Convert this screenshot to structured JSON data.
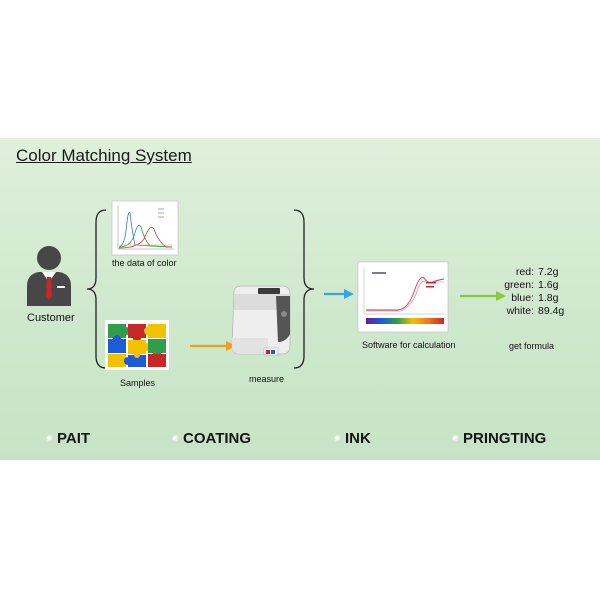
{
  "title": "Color Matching System",
  "labels": {
    "customer": "Customer",
    "data_of_color": "the data of color",
    "samples": "Samples",
    "measure": "measure",
    "software": "Software for calculation",
    "get_formula": "get  formula"
  },
  "formula": [
    {
      "name": "red:",
      "amount": "7.2g"
    },
    {
      "name": "green:",
      "amount": "1.6g"
    },
    {
      "name": "blue:",
      "amount": "1.8g"
    },
    {
      "name": "white:",
      "amount": "89.4g"
    }
  ],
  "applications": [
    "PAIT",
    "COATING",
    "INK",
    "PRINGTING"
  ],
  "colors": {
    "background": "#d6ecd3",
    "arrow_orange": "#f0a020",
    "arrow_blue": "#36a7e0",
    "arrow_green": "#8cc63f",
    "customer_icon": "#4a4a4a",
    "tie_red": "#c62828"
  },
  "icons": [
    "customer-icon",
    "spectral-chart-icon",
    "puzzle-icon",
    "spectrophotometer-icon",
    "software-window-icon"
  ]
}
